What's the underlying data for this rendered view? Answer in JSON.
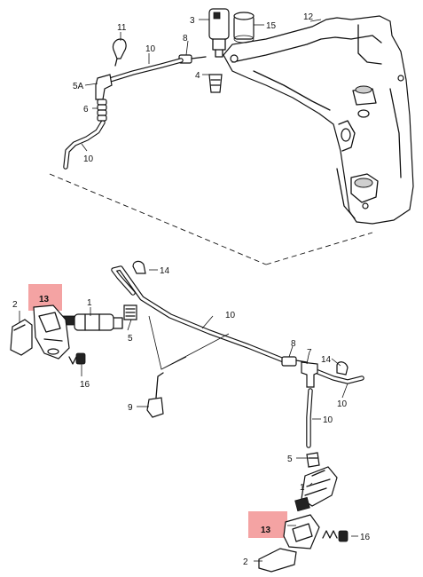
{
  "callouts": {
    "upper": {
      "c11": "11",
      "c3": "3",
      "c15": "15",
      "c12": "12",
      "c8": "8",
      "c10a": "10",
      "c4": "4",
      "c5A": "5A",
      "c6": "6",
      "c10b": "10"
    },
    "lower": {
      "c14a": "14",
      "c13a": "13",
      "c1a": "1",
      "c2a": "2",
      "c10c": "10",
      "c5a": "5",
      "c16a": "16",
      "c8b": "8",
      "c7": "7",
      "c14b": "14",
      "c10d": "10",
      "c9": "9",
      "c10e": "10",
      "c5b": "5",
      "c1b": "1",
      "c13b": "13",
      "c16b": "16",
      "c2b": "2"
    }
  },
  "highlight_color": "#f4a3a3"
}
